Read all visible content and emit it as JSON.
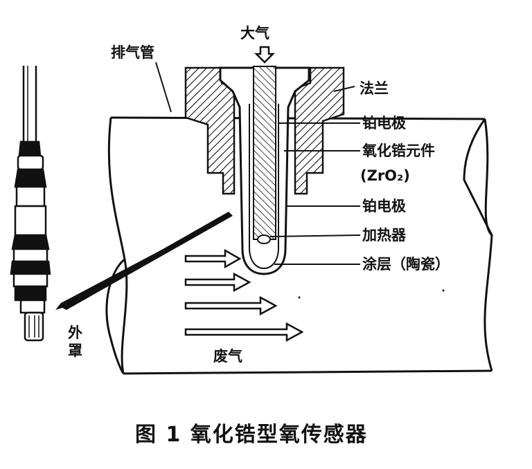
{
  "labels": {
    "atmosphere": "大气",
    "exhaust_pipe": "排气管",
    "flange": "法兰",
    "platinum_electrode_top": "铂电极",
    "zirconia_element": "氧化锆元件",
    "zirconia_formula": "(ZrO₂)",
    "platinum_electrode_bottom": "铂电极",
    "heater": "加热器",
    "coating": "涂层（陶瓷）",
    "outer_cover": "外罩",
    "exhaust_gas": "废气"
  },
  "caption": "图 1   氧化锆型氧传感器",
  "colors": {
    "ink": "#111111",
    "background": "#ffffff"
  }
}
